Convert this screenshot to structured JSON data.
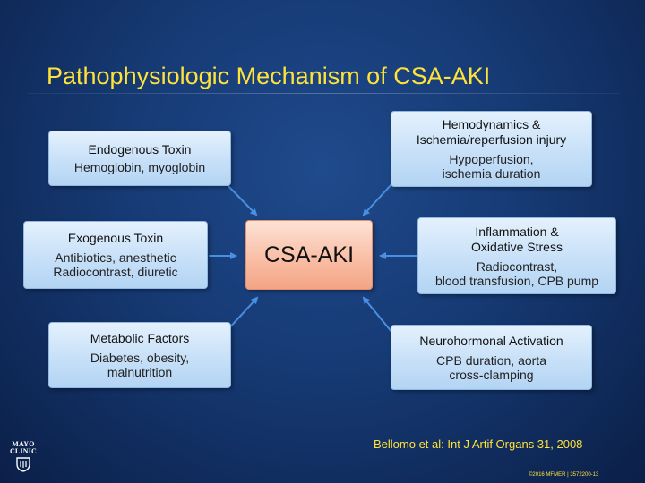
{
  "title": "Pathophysiologic Mechanism of CSA-AKI",
  "center": "CSA-AKI",
  "boxes": {
    "endogenous": {
      "head": "Endogenous Toxin",
      "sub": "Hemoglobin, myoglobin"
    },
    "exogenous": {
      "head": "Exogenous Toxin",
      "sub": "Antibiotics, anesthetic\nRadiocontrast, diuretic"
    },
    "metabolic": {
      "head": "Metabolic Factors",
      "sub": "Diabetes, obesity,\nmalnutrition"
    },
    "hemodynamics": {
      "head": "Hemodynamics &\nIschemia/reperfusion injury",
      "sub": "Hypoperfusion,\nischemia duration"
    },
    "inflammation": {
      "head": "Inflammation &\nOxidative Stress",
      "sub": "Radiocontrast,\nblood transfusion, CPB pump"
    },
    "neurohormonal": {
      "head": "Neurohormonal Activation",
      "sub": "CPB duration, aorta\ncross-clamping"
    }
  },
  "citation": "Bellomo et al: Int J Artif Organs 31, 2008",
  "copyright": "©2016 MFMER | 3572200-13",
  "logo": {
    "line1": "MAYO",
    "line2": "CLINIC"
  },
  "colors": {
    "title": "#ffe23a",
    "box": "#c7e0f8",
    "center_box": "#f9bfa6",
    "arrow": "#4a90e2"
  }
}
